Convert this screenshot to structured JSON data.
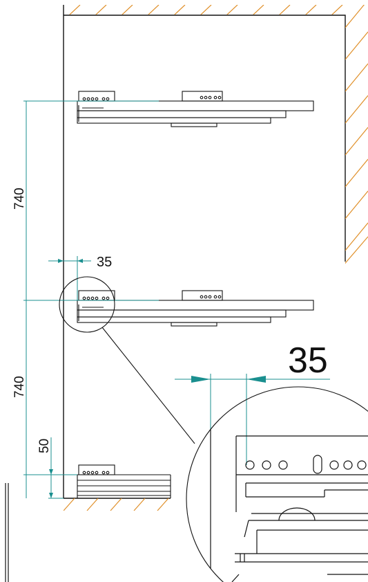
{
  "diagram": {
    "dimensions": {
      "spacing_upper": "740",
      "spacing_lower": "740",
      "setback": "35",
      "bottom_offset": "50",
      "detail_setback": "35"
    },
    "colors": {
      "line": "#111111",
      "dimension": "#1a8f8f",
      "hatch": "#e0902a",
      "background": "#ffffff"
    }
  }
}
